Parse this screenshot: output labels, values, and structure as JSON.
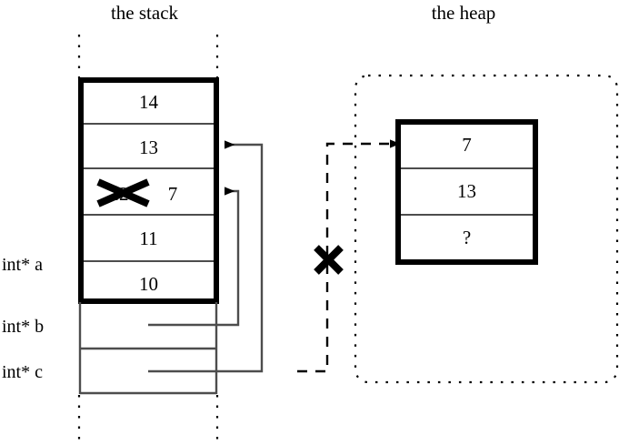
{
  "figure": {
    "stack_title": "the stack",
    "heap_title": "the heap"
  },
  "stack": {
    "array_cells": [
      {
        "value": "14",
        "struck": false,
        "struck_value": "",
        "replacement": ""
      },
      {
        "value": "13",
        "struck": false,
        "struck_value": "",
        "replacement": ""
      },
      {
        "value": "12",
        "struck": true,
        "struck_value": "12",
        "replacement": "7"
      },
      {
        "value": "11",
        "struck": false,
        "struck_value": "",
        "replacement": ""
      },
      {
        "value": "10",
        "struck": false,
        "struck_value": "",
        "replacement": ""
      }
    ],
    "pointer_labels": [
      {
        "name": "int* a"
      },
      {
        "name": "int* b"
      },
      {
        "name": "int* c"
      }
    ]
  },
  "heap": {
    "cells": [
      {
        "value": "7"
      },
      {
        "value": "13"
      },
      {
        "value": "?"
      }
    ]
  },
  "markers": {
    "struck_cell_x": "X",
    "severed_link_x": "X"
  },
  "colors": {
    "ink": "#000000",
    "background": "#ffffff",
    "thin_line": "#4d4d4d"
  }
}
